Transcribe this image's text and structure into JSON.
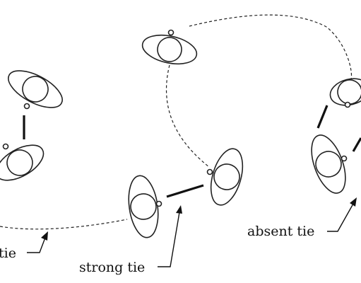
{
  "labels": {
    "weak_tie_fragment": "tie",
    "strong_tie": "strong tie",
    "absent_tie": "absent tie"
  },
  "ties": {
    "strong": "strong tie",
    "weak": "weak tie",
    "absent": "absent tie"
  },
  "colors": {
    "ink": "#222222",
    "background": "#ffffff"
  }
}
